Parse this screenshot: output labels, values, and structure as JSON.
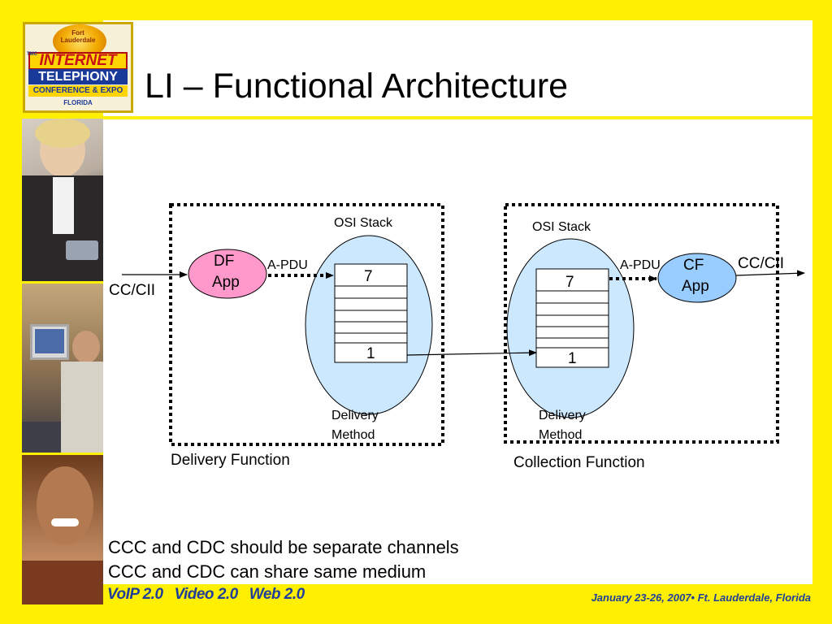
{
  "slide": {
    "title": "LI – Functional Architecture"
  },
  "logo": {
    "line1": "Fort",
    "line2": "Lauderdale",
    "tmc": "TMC",
    "internet": "INTERNET",
    "telephony": "TELEPHONY",
    "conference": "CONFERENCE & EXPO",
    "location": "FLORIDA"
  },
  "diagram": {
    "delivery_function": {
      "label": "Delivery Function",
      "osi_label": "OSI Stack",
      "app_label_1": "DF",
      "app_label_2": "App",
      "pdu_label": "A-PDU",
      "top_layer": "7",
      "bottom_layer": "1",
      "method_1": "Delivery",
      "method_2": "Method",
      "input_label": "CC/CII"
    },
    "collection_function": {
      "label": "Collection Function",
      "osi_label": "OSI Stack",
      "app_label_1": "CF",
      "app_label_2": "App",
      "pdu_label": "A-PDU",
      "top_layer": "7",
      "bottom_layer": "1",
      "method_1": "Delivery",
      "method_2": "Method",
      "output_label": "CC/CII"
    },
    "colors": {
      "osi_ellipse": "#cce8ff",
      "df_app": "#ff99cc",
      "cf_app": "#99ccff"
    }
  },
  "bullets": [
    "CCC and CDC should be separate channels",
    "CCC and CDC can share same medium"
  ],
  "footer": {
    "tags": [
      "VoIP 2.0",
      "Video 2.0",
      "Web 2.0"
    ],
    "event": "January 23-26, 2007• Ft. Lauderdale, Florida"
  }
}
